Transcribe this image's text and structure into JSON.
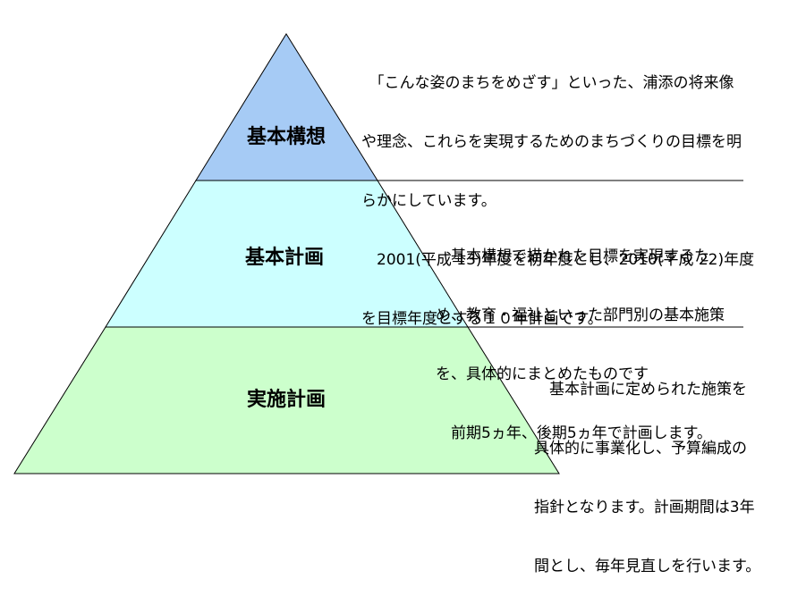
{
  "colors": {
    "top": "#a6cbf5",
    "middle": "#ccffff",
    "bottom": "#ccffcc",
    "outline": "#000000"
  },
  "levels": [
    {
      "label": "基本構想",
      "description": [
        "　「こんな姿のまちをめざす」といった、浦添の将来像",
        "や理念、これらを実現するためのまちづくりの目標を明",
        "らかにしています。",
        "　2001(平成 13)年度を初年度とし、2010(平成 22)年度",
        "を目標年度とする１０年計画です。"
      ]
    },
    {
      "label": "基本計画",
      "description": [
        "　基本構想で描かれた目標を実現するた",
        "め、教育・福祉といった部門別の基本施策",
        "を、具体的にまとめたものです",
        "　前期5ヵ年、後期5ヵ年で計画します。"
      ]
    },
    {
      "label": "実施計画",
      "description": [
        "　基本計画に定められた施策を",
        "具体的に事業化し、予算編成の",
        "指針となります。計画期間は3年",
        "間とし、毎年見直しを行います。"
      ]
    }
  ]
}
